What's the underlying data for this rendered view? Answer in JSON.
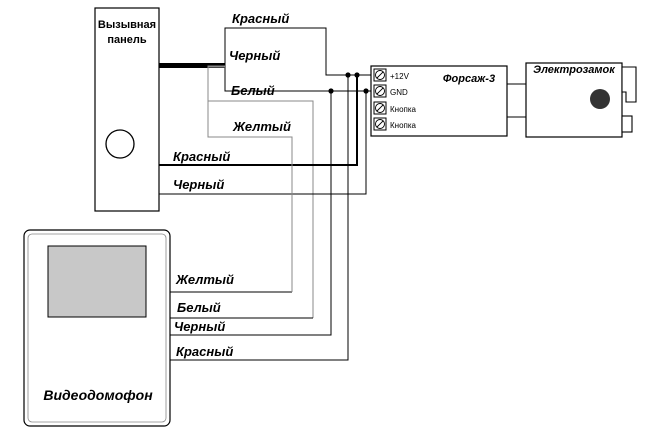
{
  "components": {
    "call_panel": {
      "label_line1": "Вызывная",
      "label_line2": "панель"
    },
    "controller": {
      "title": "Форсаж-3",
      "terminals": [
        "+12V",
        "GND",
        "Кнопка",
        "Кнопка"
      ]
    },
    "lock": {
      "title": "Электрозамок"
    },
    "videophone": {
      "title": "Видеодомофон"
    }
  },
  "wires": {
    "panel_top": [
      "Красный",
      "Черный",
      "Белый",
      "Желтый"
    ],
    "panel_bottom": [
      "Красный",
      "Черный"
    ],
    "videophone": [
      "Желтый",
      "Белый",
      "Черный",
      "Красный"
    ]
  },
  "colors": {
    "wire_main": "#000000",
    "wire_gray": "#888888"
  }
}
